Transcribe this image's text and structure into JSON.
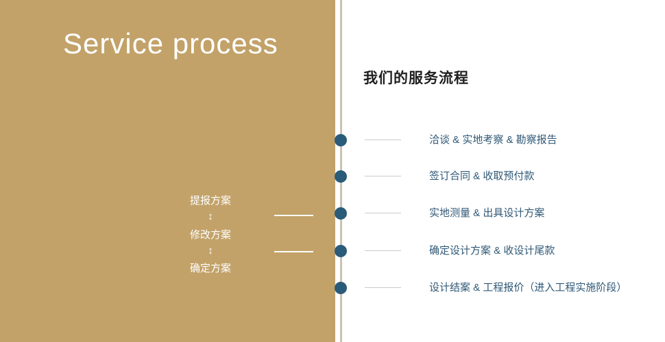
{
  "left_panel": {
    "title": "Service process",
    "flow": {
      "steps": [
        "提报方案",
        "修改方案",
        "确定方案"
      ],
      "arrow": "↕"
    }
  },
  "right_panel": {
    "heading": "我们的服务流程",
    "items": [
      "洽谈 & 实地考察 & 勘察报告",
      "签订合同 & 收取预付款",
      "实地测量 & 出具设计方案",
      "确定设计方案 & 收设计尾款",
      "设计结案 & 工程报价（进入工程实施阶段）"
    ]
  },
  "colors": {
    "panel_tan": "#c2a269",
    "dot_navy": "#2a5b79",
    "item_text_navy": "#2f5876",
    "heading_dark": "#1f1f1f",
    "connector_gray": "#c9c9c9"
  }
}
